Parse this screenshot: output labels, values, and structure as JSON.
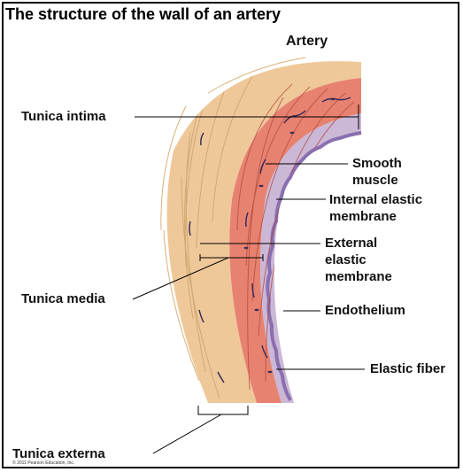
{
  "title": "The structure of the wall of an artery",
  "figure_label": "Artery",
  "labels": {
    "tunica_intima": "Tunica intima",
    "smooth_muscle_1": "Smooth",
    "smooth_muscle_2": "muscle",
    "internal_elastic_1": "Internal elastic",
    "internal_elastic_2": "membrane",
    "external_elastic_1": "External",
    "external_elastic_2": "elastic",
    "external_elastic_3": "membrane",
    "tunica_media": "Tunica media",
    "endothelium": "Endothelium",
    "elastic_fiber": "Elastic fiber",
    "tunica_externa": "Tunica externa"
  },
  "copyright": "© 2011 Pearson Education, Inc.",
  "colors": {
    "externa": "#efc89a",
    "media": "#e88270",
    "intima": "#cbb7d6",
    "endothelium": "#8a6fb0",
    "leader": "#000000"
  }
}
